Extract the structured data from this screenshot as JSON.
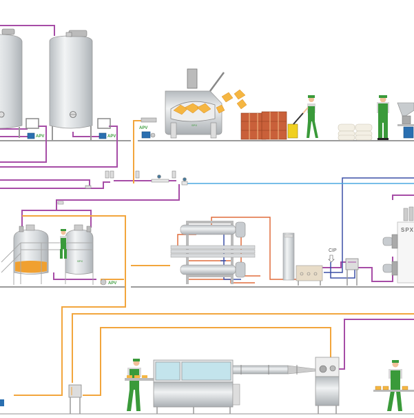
{
  "diagram": {
    "title": "",
    "colors": {
      "product_pipe": "#a64ca6",
      "hot_water_pipe": "#f2a53c",
      "heating_pipe": "#e06b3a",
      "cooling_pipe": "#3a4ea6",
      "light_blue_pipe": "#4aa8e0",
      "floor": "#9a9a9a",
      "steel": "#cfd3d6",
      "worker_green": "#3a9a3a",
      "cheese": "#f5b642",
      "brick": "#c9603a",
      "motor_blue": "#2a6fb0",
      "glass": "#c3e4ec"
    },
    "labels": {
      "apv_1": "APV",
      "apv_2": "APV",
      "apv_3": "APV",
      "apv_4": "APV",
      "spx_cooker": "SPX",
      "spx_tank": "SPX",
      "spx_unit": "SPX",
      "cip": "CIP"
    },
    "sections": [
      {
        "name": "storage-tanks",
        "label": ""
      },
      {
        "name": "cheese-shredder",
        "label": ""
      },
      {
        "name": "pallet-and-worker",
        "label": ""
      },
      {
        "name": "ingredient-sacks",
        "label": ""
      },
      {
        "name": "mixing-tanks",
        "label": ""
      },
      {
        "name": "heat-exchangers",
        "label": ""
      },
      {
        "name": "cooking-unit",
        "label": ""
      },
      {
        "name": "forming-line",
        "label": ""
      }
    ]
  }
}
